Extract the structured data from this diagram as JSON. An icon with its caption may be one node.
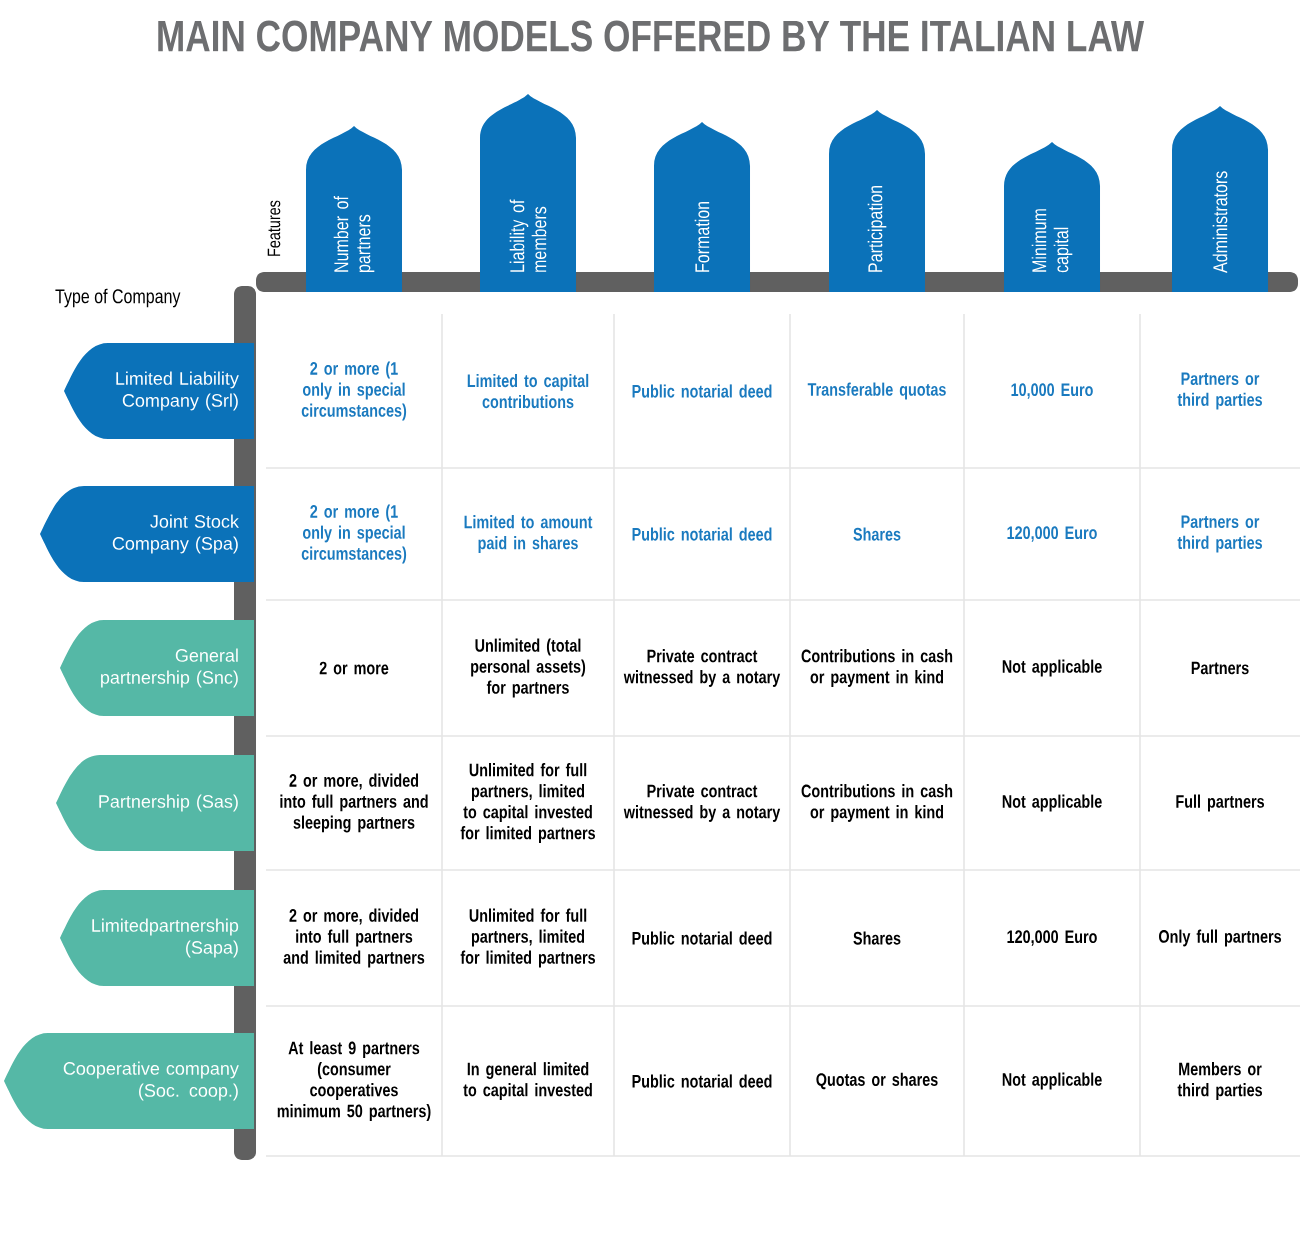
{
  "diagram": {
    "title": "MAIN COMPANY MODELS OFFERED BY THE ITALIAN LAW",
    "nodes": [
      {
        "text": [
          "Number of partners"
        ]
      },
      {
        "text": [
          "Liability of members"
        ]
      },
      {
        "text": [
          "Formation"
        ]
      },
      {
        "text": [
          "Participation"
        ]
      },
      {
        "text": [
          "Minimum capital"
        ]
      },
      {
        "text": [
          "Administrators"
        ]
      },
      {
        "text": [
          "Limited Liability Company (Srl)"
        ]
      },
      {
        "text": [
          "Joint Stock Company (Spa)"
        ]
      },
      {
        "text": [
          "General partnership (Snc)"
        ]
      },
      {
        "text": [
          "Partnership (Sas)"
        ]
      },
      {
        "text": [
          "Limitedpartnership (Sapa)"
        ]
      },
      {
        "text": [
          "Cooperative company (Soc. coop.)"
        ]
      }
    ],
    "labels": [
      "Features",
      "Type of Company",
      "2 or more (1 only in special circumstances)",
      "Limited to capital contributions",
      "Public notarial deed",
      "Transferable quotas",
      "10,000 Euro",
      "Partners or third parties",
      "2 or more (1 only in special circumstances)",
      "Limited to amount paid in shares",
      "Public notarial deed",
      "Shares",
      "120,000 Euro",
      "Partners or third parties",
      "2 or more",
      "Unlimited (total personal assets) for partners",
      "Private contract witnessed by a notary",
      "Contributions in cash or payment in kind",
      "Not applicable",
      "Partners",
      "2 or more, divided into full partners and sleeping partners",
      "Unlimited for full partners, limited to capital invested for limited partners",
      "Private contract witnessed by a notary",
      "Contributions in cash or payment in kind",
      "Not applicable",
      "Full partners",
      "2 or more, divided into full partners and limited partners",
      "Unlimited for full partners, limited for limited partners",
      "Public notarial deed",
      "Shares",
      "120,000 Euro",
      "Only full partners",
      "At least 9 partners (consumer cooperatives minimum 50 partners)",
      "In general limited to capital invested",
      "Public notarial deed",
      "Quotas or shares",
      "Not applicable",
      "Members or third parties"
    ]
  }
}
